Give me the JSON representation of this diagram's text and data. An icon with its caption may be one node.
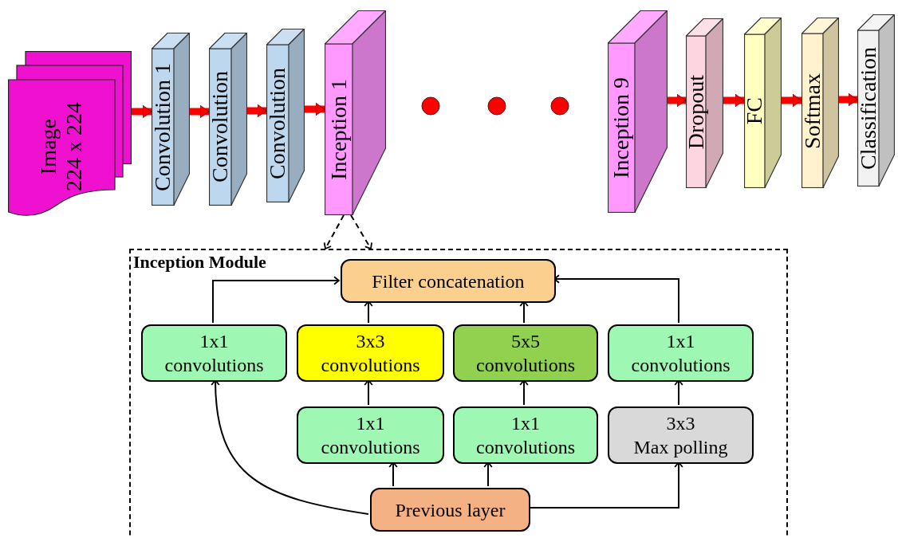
{
  "diagram": {
    "nodes": [
      {
        "text": [
          "Image",
          "224 x 224"
        ]
      },
      {
        "text": [
          "Convolution 1"
        ]
      },
      {
        "text": [
          "Convolution"
        ]
      },
      {
        "text": [
          "Convolution"
        ]
      },
      {
        "text": [
          "Inception 1"
        ]
      },
      {
        "text": [
          "Inception 9"
        ]
      },
      {
        "text": [
          "Dropout"
        ]
      },
      {
        "text": [
          "FC"
        ]
      },
      {
        "text": [
          "Softmax"
        ]
      },
      {
        "text": [
          "Classification"
        ]
      },
      {
        "text": [
          "Inception Module"
        ]
      },
      {
        "text": [
          "Filter concatenation"
        ],
        "in": 10
      },
      {
        "text": [
          "1x1",
          "convolutions"
        ],
        "in": 10
      },
      {
        "text": [
          "3x3",
          "convolutions"
        ],
        "in": 10
      },
      {
        "text": [
          "5x5",
          "convolutions"
        ],
        "in": 10
      },
      {
        "text": [
          "1x1",
          "convolutions"
        ],
        "in": 10
      },
      {
        "text": [
          "1x1",
          "convolutions"
        ],
        "in": 10
      },
      {
        "text": [
          "1x1",
          "convolutions"
        ],
        "in": 10
      },
      {
        "text": [
          "3x3",
          "Max polling"
        ],
        "in": 10
      },
      {
        "text": [
          "Previous layer"
        ],
        "in": 10
      }
    ],
    "edges": [
      {
        "from": 0,
        "to": 1,
        "arrow": "to",
        "style": "thick",
        "color": "#ff0000"
      },
      {
        "from": 1,
        "to": 2,
        "arrow": "to",
        "style": "thick",
        "color": "#ff0000"
      },
      {
        "from": 2,
        "to": 3,
        "arrow": "to",
        "style": "thick",
        "color": "#ff0000"
      },
      {
        "from": 3,
        "to": 4,
        "arrow": "to",
        "style": "thick",
        "color": "#ff0000"
      },
      {
        "from": 5,
        "to": 6,
        "arrow": "to",
        "style": "thick",
        "color": "#ff0000"
      },
      {
        "from": 6,
        "to": 7,
        "arrow": "to",
        "style": "thick",
        "color": "#ff0000"
      },
      {
        "from": 7,
        "to": 8,
        "arrow": "to",
        "style": "thick",
        "color": "#ff0000"
      },
      {
        "from": 8,
        "to": 9,
        "arrow": "to",
        "style": "thick",
        "color": "#ff0000"
      },
      {
        "from": 4,
        "to": 10,
        "arrow": "to",
        "style": "dashed"
      },
      {
        "from": 4,
        "to": 10,
        "arrow": "to",
        "style": "dashed"
      },
      {
        "from": 12,
        "to": 11,
        "arrow": "to"
      },
      {
        "from": 13,
        "to": 11,
        "arrow": "to"
      },
      {
        "from": 14,
        "to": 11,
        "arrow": "to"
      },
      {
        "from": 15,
        "to": 11,
        "arrow": "to"
      },
      {
        "from": 16,
        "to": 13,
        "arrow": "to"
      },
      {
        "from": 17,
        "to": 14,
        "arrow": "to"
      },
      {
        "from": 18,
        "to": 15,
        "arrow": "to"
      },
      {
        "from": 19,
        "to": 12,
        "arrow": "to"
      },
      {
        "from": 19,
        "to": 16,
        "arrow": "to"
      },
      {
        "from": 19,
        "to": 17,
        "arrow": "to"
      },
      {
        "from": 19,
        "to": 18,
        "arrow": "to"
      }
    ]
  }
}
